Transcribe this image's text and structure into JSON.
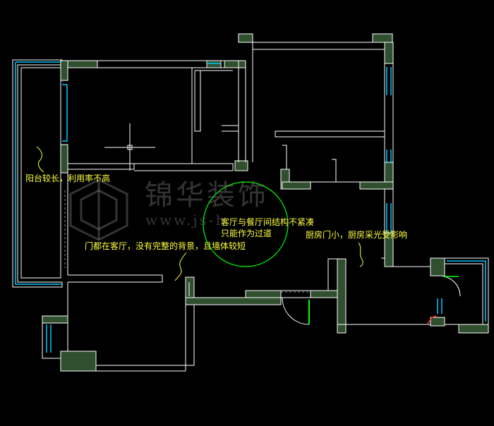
{
  "annotations": {
    "balcony": "阳台较长，利用率不高",
    "living_dining_line1": "客厅与餐厅间结构不紧凑",
    "living_dining_line2": "只能作为过道",
    "doors": "门都在客厅，没有完整的背景，且墙体较短",
    "kitchen": "厨房门小，厨房采光受影响"
  },
  "watermark": {
    "name": "锦华装饰",
    "url": "www.js-h"
  },
  "colors": {
    "background": "#000000",
    "wall_line": "#ffffff",
    "wall_fill": "#2f4f2f",
    "window": "#00c8ff",
    "annotation": "#ffff40",
    "highlight_circle": "#00ff00"
  }
}
